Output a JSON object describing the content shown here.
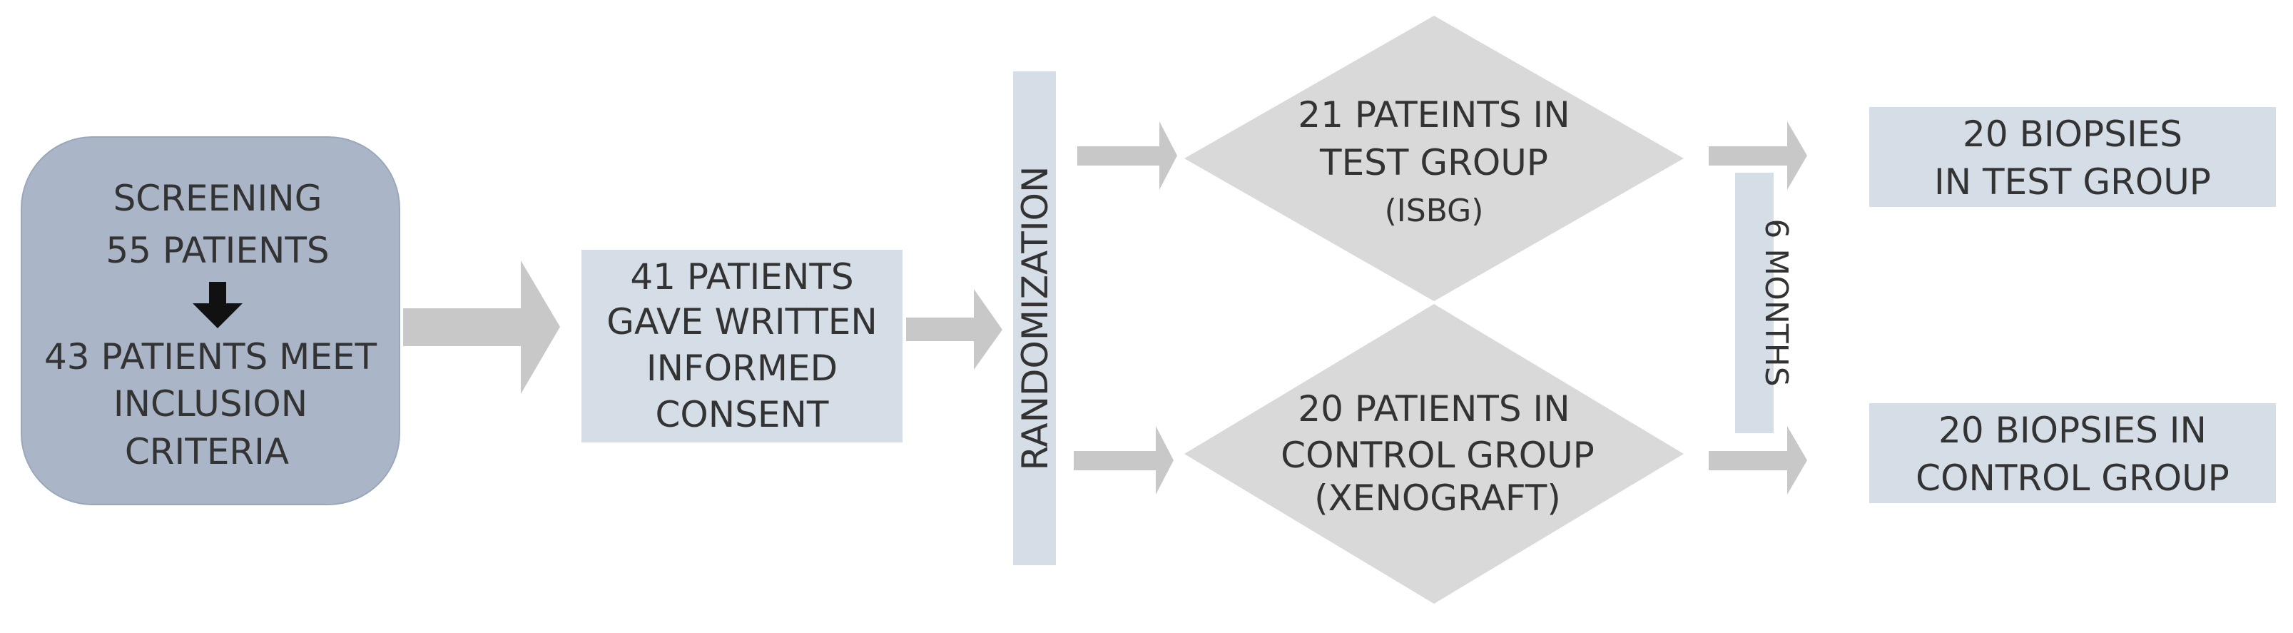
{
  "colors": {
    "screening_fill": "#aab6c8",
    "box_fill": "#d5dde7",
    "diamond_fill": "#d9d9d9",
    "arrow_fill": "#c8c8c8",
    "text": "#333333",
    "dark_arrow": "#111111"
  },
  "screening": {
    "line1": "SCREENING",
    "line2": "55 PATIENTS",
    "line3": "43 PATIENTS  MEET",
    "line4": "INCLUSION",
    "line5": "CRITERIA"
  },
  "consent": {
    "line1": "41 PATIENTS",
    "line2": "GAVE WRITTEN",
    "line3": "INFORMED",
    "line4": "CONSENT"
  },
  "randomization": "RANDOMIZATION",
  "test_group": {
    "line1": "21 PATEINTS IN",
    "line2": "TEST GROUP",
    "line3": "(ISBG)"
  },
  "control_group": {
    "line1": "20 PATIENTS IN",
    "line2": "CONTROL GROUP",
    "line3": "(XENOGRAFT)"
  },
  "months": "6 MONTHS",
  "test_biopsies": {
    "line1": "20 BIOPSIES",
    "line2": "IN TEST  GROUP"
  },
  "control_biopsies": {
    "line1": "20 BIOPSIES  IN",
    "line2": "CONTROL GROUP"
  }
}
